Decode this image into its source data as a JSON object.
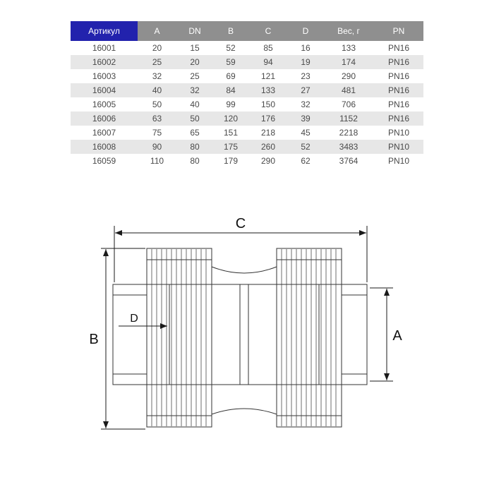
{
  "table": {
    "headers": [
      "Артикул",
      "A",
      "DN",
      "B",
      "C",
      "D",
      "Вес, г",
      "PN"
    ],
    "rows": [
      [
        "16001",
        "20",
        "15",
        "52",
        "85",
        "16",
        "133",
        "PN16"
      ],
      [
        "16002",
        "25",
        "20",
        "59",
        "94",
        "19",
        "174",
        "PN16"
      ],
      [
        "16003",
        "32",
        "25",
        "69",
        "121",
        "23",
        "290",
        "PN16"
      ],
      [
        "16004",
        "40",
        "32",
        "84",
        "133",
        "27",
        "481",
        "PN16"
      ],
      [
        "16005",
        "50",
        "40",
        "99",
        "150",
        "32",
        "706",
        "PN16"
      ],
      [
        "16006",
        "63",
        "50",
        "120",
        "176",
        "39",
        "1152",
        "PN16"
      ],
      [
        "16007",
        "75",
        "65",
        "151",
        "218",
        "45",
        "2218",
        "PN10"
      ],
      [
        "16008",
        "90",
        "80",
        "175",
        "260",
        "52",
        "3483",
        "PN10"
      ],
      [
        "16059",
        "110",
        "80",
        "179",
        "290",
        "62",
        "3764",
        "PN10"
      ]
    ]
  },
  "drawing": {
    "labels": {
      "a": "A",
      "b": "B",
      "c": "C",
      "d": "D"
    }
  },
  "colors": {
    "header_blue": "#2222ad",
    "header_gray": "#8f8f8f",
    "row_alt": "#e7e7e7"
  }
}
